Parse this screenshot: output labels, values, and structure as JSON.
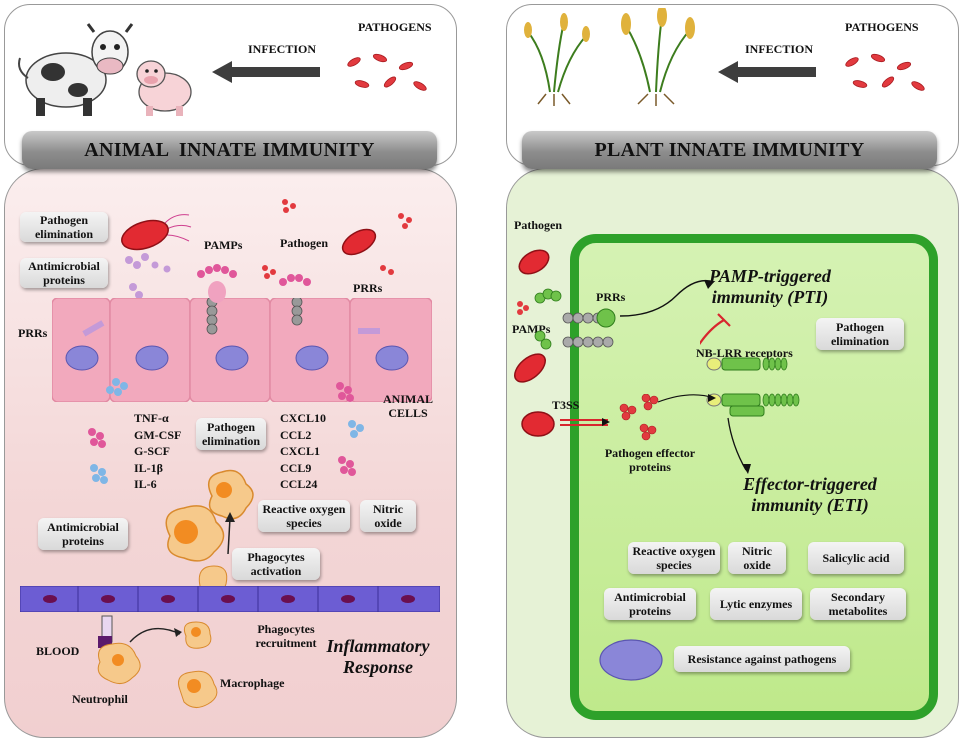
{
  "animal": {
    "pathogens": "PATHOGENS",
    "infection": "INFECTION",
    "title": "ANIMAL  INNATE IMMUNITY",
    "boxes": {
      "pathogen_elimination_1": "Pathogen elimination",
      "antimicrobial_proteins_1": "Antimicrobial proteins",
      "pathogen_elimination_2": "Pathogen elimination",
      "reactive_oxygen": "Reactive oxygen species",
      "nitric_oxide": "Nitric oxide",
      "antimicrobial_proteins_2": "Antimicrobial proteins",
      "phagocytes_activation": "Phagocytes activation"
    },
    "labels": {
      "pamps": "PAMPs",
      "pathogen": "Pathogen",
      "prrs_right": "PRRs",
      "prrs_left": "PRRs",
      "animal_cells": "ANIMAL CELLS",
      "phagocytes_recruitment": "Phagocytes recruitment",
      "blood": "BLOOD",
      "neutrophil": "Neutrophil",
      "macrophage": "Macrophage",
      "inflammatory": "Inflammatory Response"
    },
    "cytokines": [
      "TNF-α",
      "GM-CSF",
      "G-SCF",
      "IL-1β",
      "IL-6"
    ],
    "chemokines": [
      "CXCL10",
      "CCL2",
      "CXCL1",
      "CCL9",
      "CCL24"
    ]
  },
  "plant": {
    "pathogens": "PATHOGENS",
    "infection": "INFECTION",
    "title": "PLANT INNATE IMMUNITY",
    "labels": {
      "pathogen": "Pathogen",
      "pamps": "PAMPs",
      "prrs": "PRRs",
      "t3ss": "T3SS",
      "nb_lrr": "NB-LRR receptors",
      "effector_proteins": "Pathogen effector proteins",
      "pti": "PAMP-triggered immunity (PTI)",
      "eti": "Effector-triggered immunity (ETI)"
    },
    "boxes": {
      "pathogen_elimination": "Pathogen elimination",
      "reactive_oxygen": "Reactive oxygen species",
      "nitric_oxide": "Nitric oxide",
      "salicylic_acid": "Salicylic acid",
      "antimicrobial_proteins": "Antimicrobial proteins",
      "lytic_enzymes": "Lytic enzymes",
      "secondary_metabolites": "Secondary metabolites",
      "resistance": "Resistance against pathogens"
    }
  },
  "colors": {
    "animal_bg": "#f6dede",
    "animal_cell": "#f2a9bd",
    "plant_bg": "#e6f2d6",
    "plant_cell_border": "#2ea12a",
    "plant_cell_fill": "#c3ee8f",
    "pathogen_red": "#d8262e",
    "nucleus_purple": "#8a86d8",
    "arrow_red": "#d8262e"
  }
}
